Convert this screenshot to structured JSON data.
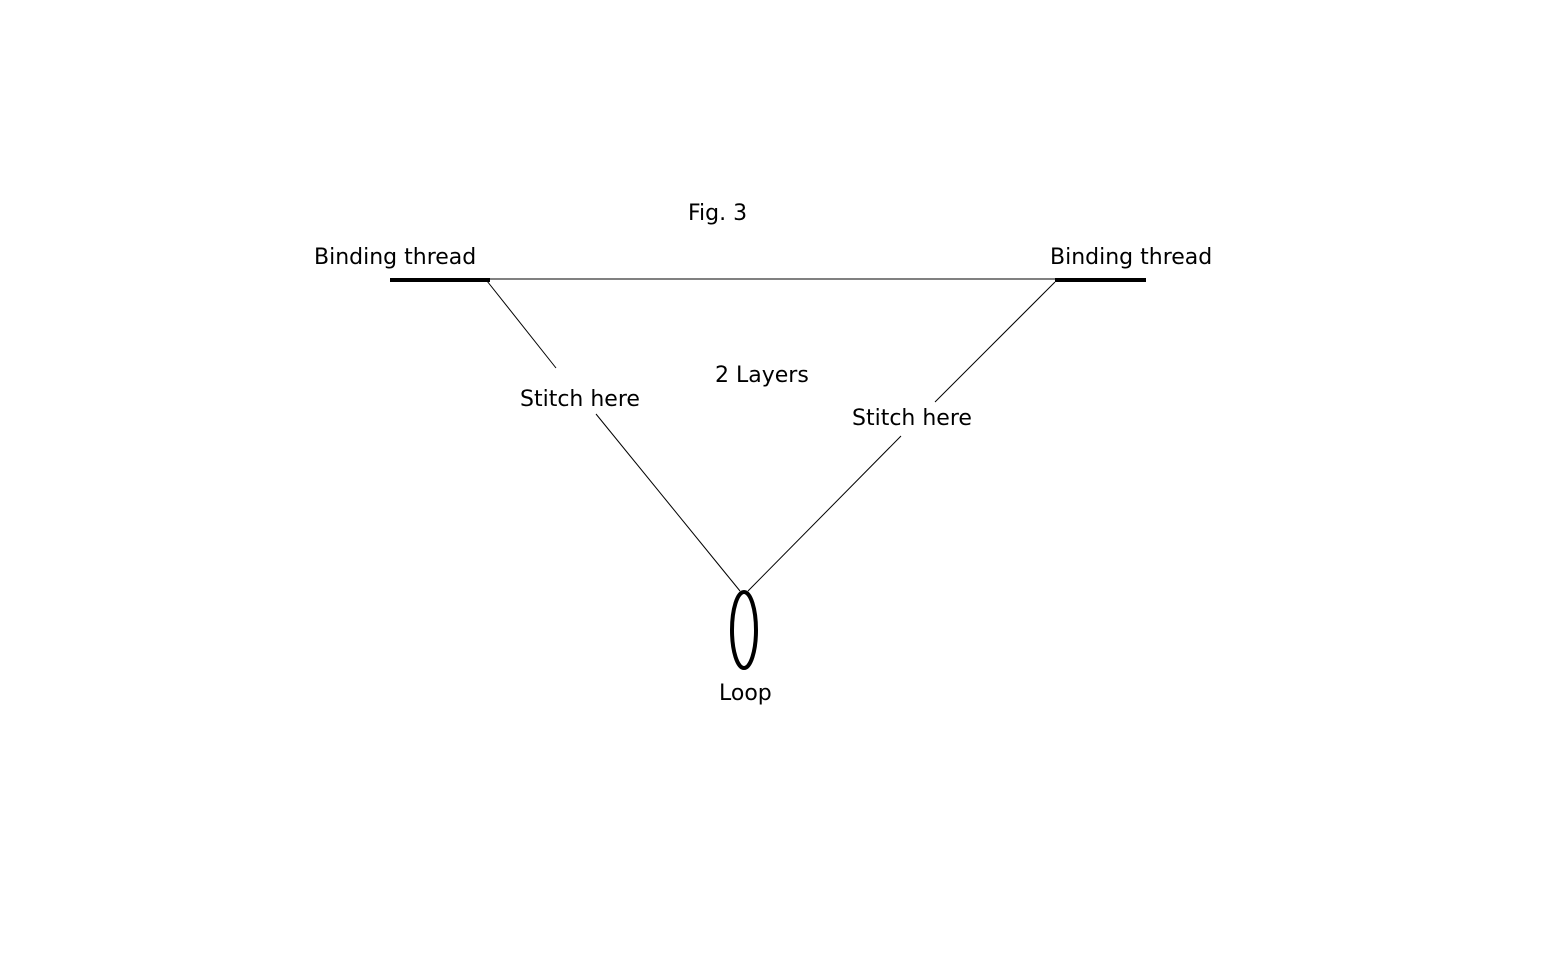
{
  "figure": {
    "title": "Fig. 3",
    "labels": {
      "binding_left": "Binding thread",
      "binding_right": "Binding thread",
      "layers": "2 Layers",
      "stitch_left": "Stitch here",
      "stitch_right": "Stitch here",
      "loop": "Loop"
    },
    "colors": {
      "line": "#000000",
      "background": "#ffffff"
    }
  }
}
